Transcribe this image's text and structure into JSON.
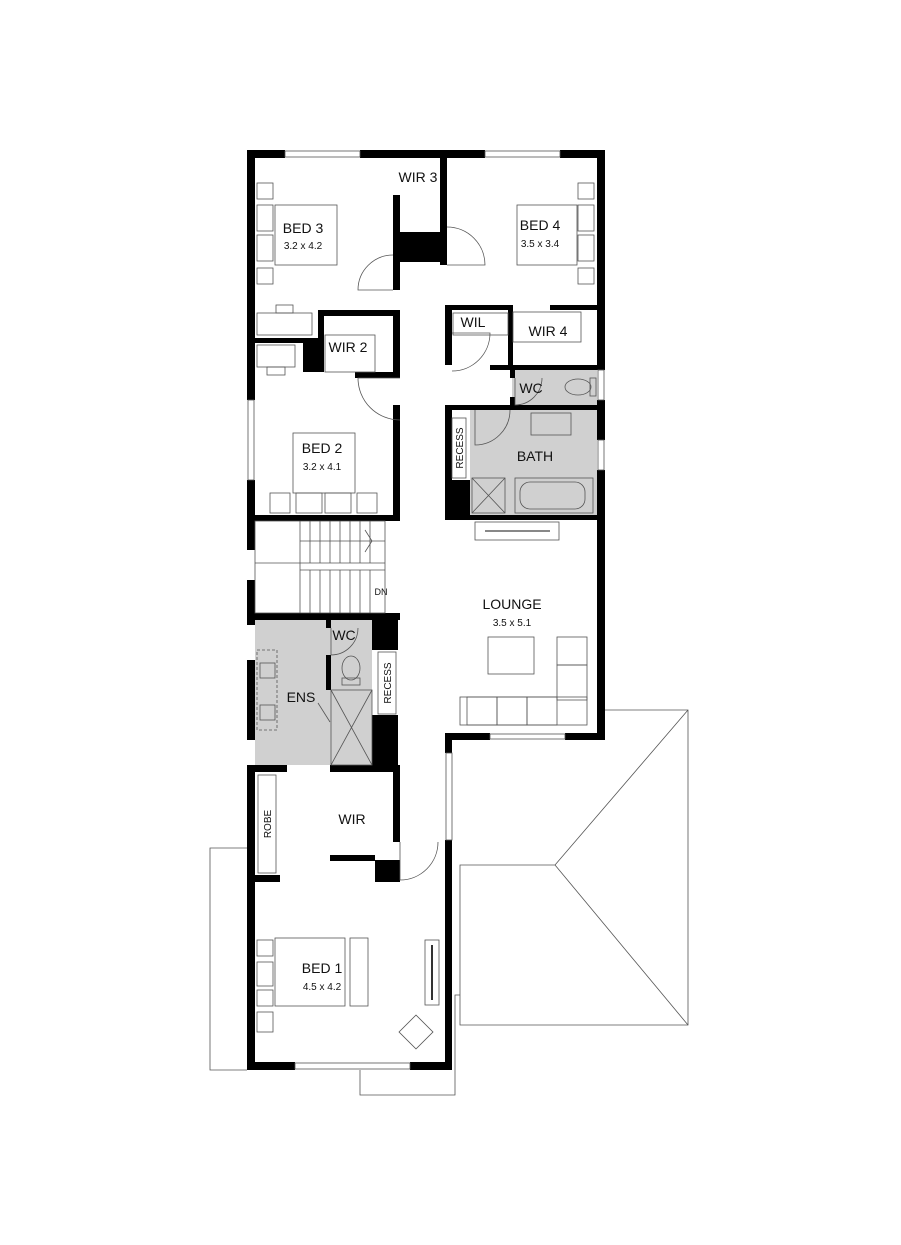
{
  "rooms": {
    "bed3": {
      "name": "BED 3",
      "size": "3.2 x 4.2"
    },
    "bed4": {
      "name": "BED 4",
      "size": "3.5 x 3.4"
    },
    "bed2": {
      "name": "BED 2",
      "size": "3.2 x 4.1"
    },
    "bed1": {
      "name": "BED 1",
      "size": "4.5 x 4.2"
    },
    "lounge": {
      "name": "LOUNGE",
      "size": "3.5 x 5.1"
    },
    "wir3": "WIR 3",
    "wir2": "WIR 2",
    "wir4": "WIR 4",
    "wil": "WIL",
    "wc_upper": "WC",
    "bath": "BATH",
    "recess_upper": "RECESS",
    "wc_ens": "WC",
    "ens": "ENS",
    "recess_lower": "RECESS",
    "wir": "WIR",
    "robe": "ROBE",
    "stairs": "DN"
  },
  "colors": {
    "wall": "#000000",
    "wet_area": "#d0d0d0",
    "line": "#555555"
  }
}
